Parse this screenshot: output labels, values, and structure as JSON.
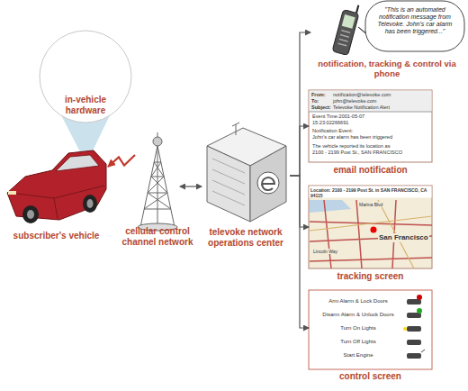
{
  "diagram": {
    "nodes": [
      {
        "text": [
          "in-vehicle hardware"
        ]
      },
      {
        "text": [
          "subscriber's vehicle"
        ]
      },
      {
        "text": [
          "cellular control channel network"
        ]
      },
      {
        "text": [
          "televoke network operations center"
        ]
      },
      {
        "text": [
          "notification, tracking & control via phone"
        ]
      },
      {
        "text": [
          "\"This is an automated notification message from Televoke. John's car alarm has been triggered...\""
        ]
      },
      {
        "text": [
          "email notification"
        ]
      },
      {
        "text": [
          "tracking screen"
        ]
      },
      {
        "text": [
          "control screen"
        ]
      }
    ],
    "edges": [
      {
        "from": 2,
        "to": 1,
        "arrow": "to"
      },
      {
        "from": 2,
        "to": 3,
        "arrow": "both"
      },
      {
        "from": 3,
        "to": 4,
        "arrow": "to"
      },
      {
        "from": 3,
        "to": 6,
        "arrow": "to"
      },
      {
        "from": 3,
        "to": 7,
        "arrow": "to"
      },
      {
        "from": 3,
        "to": 8,
        "arrow": "to"
      }
    ],
    "labels": [
      "From:",
      "notification@televoke.com",
      "To:",
      "john@televoke.com",
      "Subject:",
      "Televoke Notification Alert",
      "Event Time:2001-05-07",
      "15:23:02266691",
      "Notification Event:",
      "John's car alarm has been triggered",
      "The vehicle reported its location as",
      "2100 - 2199 Post St., SAN FRANCISCO",
      "Location: 2100 - 2199 Post St. in SAN FRANCISCO, CA 94115",
      "Marina Blvd",
      "San Francisco",
      "Lincoln Way",
      "Arm Alarm & Lock Doors",
      "Disarm Alarm & Unlock Doors",
      "Turn On Lights",
      "Turn Off Lights",
      "Start Engine"
    ]
  }
}
